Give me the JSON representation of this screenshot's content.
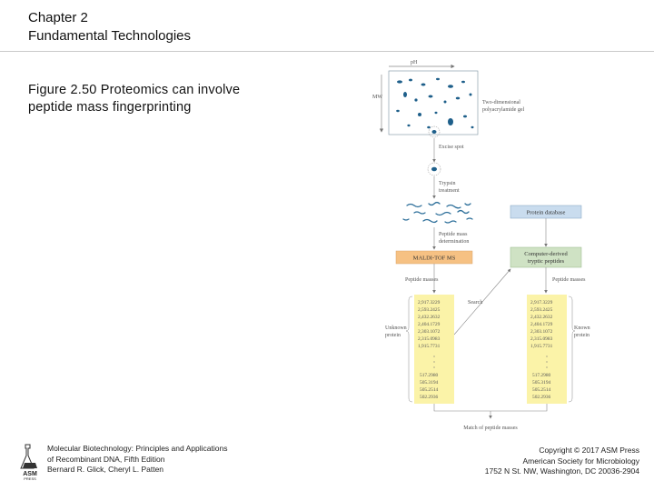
{
  "header": {
    "chapter": "Chapter 2",
    "title": "Fundamental Technologies"
  },
  "caption": {
    "line1": "Figure 2.50 Proteomics can involve",
    "line2": "peptide mass fingerprinting"
  },
  "figure": {
    "axis_pi": "pH",
    "axis_mw": "MW",
    "gel_label_1": "Two-dimensional",
    "gel_label_2": "polyacrylamide gel",
    "excise": "Excise spot",
    "trypsin_1": "Trypsin",
    "trypsin_2": "treatment",
    "pmd_1": "Peptide mass",
    "pmd_2": "determination",
    "protein_db": "Protein database",
    "maldi": "MALDI-TOF MS",
    "computer_1": "Computer-derived",
    "computer_2": "tryptic peptides",
    "pm_left": "Peptide masses",
    "pm_right": "Peptide masses",
    "search": "Search",
    "unknown_1": "Unknown",
    "unknown_2": "protein",
    "known_1": "Known",
    "known_2": "protein",
    "match": "Match of peptide masses",
    "left_masses_top": [
      "2,917.3229",
      "2,593.2425",
      "2,432.2632",
      "2,404.1729",
      "2,303.1072",
      "2,315.0983",
      "1,915.7731"
    ],
    "left_masses_bottom": [
      "517.2980",
      "505.3194",
      "505.2514",
      "502.2936"
    ],
    "right_masses_top": [
      "2,917.3229",
      "2,593.2425",
      "2,432.2632",
      "2,404.1729",
      "2,303.1072",
      "2,315.0983",
      "1,915.7731"
    ],
    "right_masses_bottom": [
      "517.2980",
      "505.3194",
      "505.2514",
      "502.2936"
    ],
    "colors": {
      "yellow": "#fbf3a8",
      "orange": "#f6c183",
      "green": "#cfe2c4",
      "blue_box": "#c9dcee",
      "spot": "#1e5f8a"
    }
  },
  "footer": {
    "logo_text": "ASM",
    "logo_sub": "PRESS",
    "book_line1": "Molecular Biotechnology: Principles and Applications",
    "book_line2": "of Recombinant DNA, Fifth Edition",
    "authors": "Bernard R. Glick, Cheryl L. Patten",
    "copyright": "Copyright © 2017 ASM Press",
    "society": "American Society for Microbiology",
    "address": "1752 N St. NW, Washington, DC 20036-2904"
  }
}
